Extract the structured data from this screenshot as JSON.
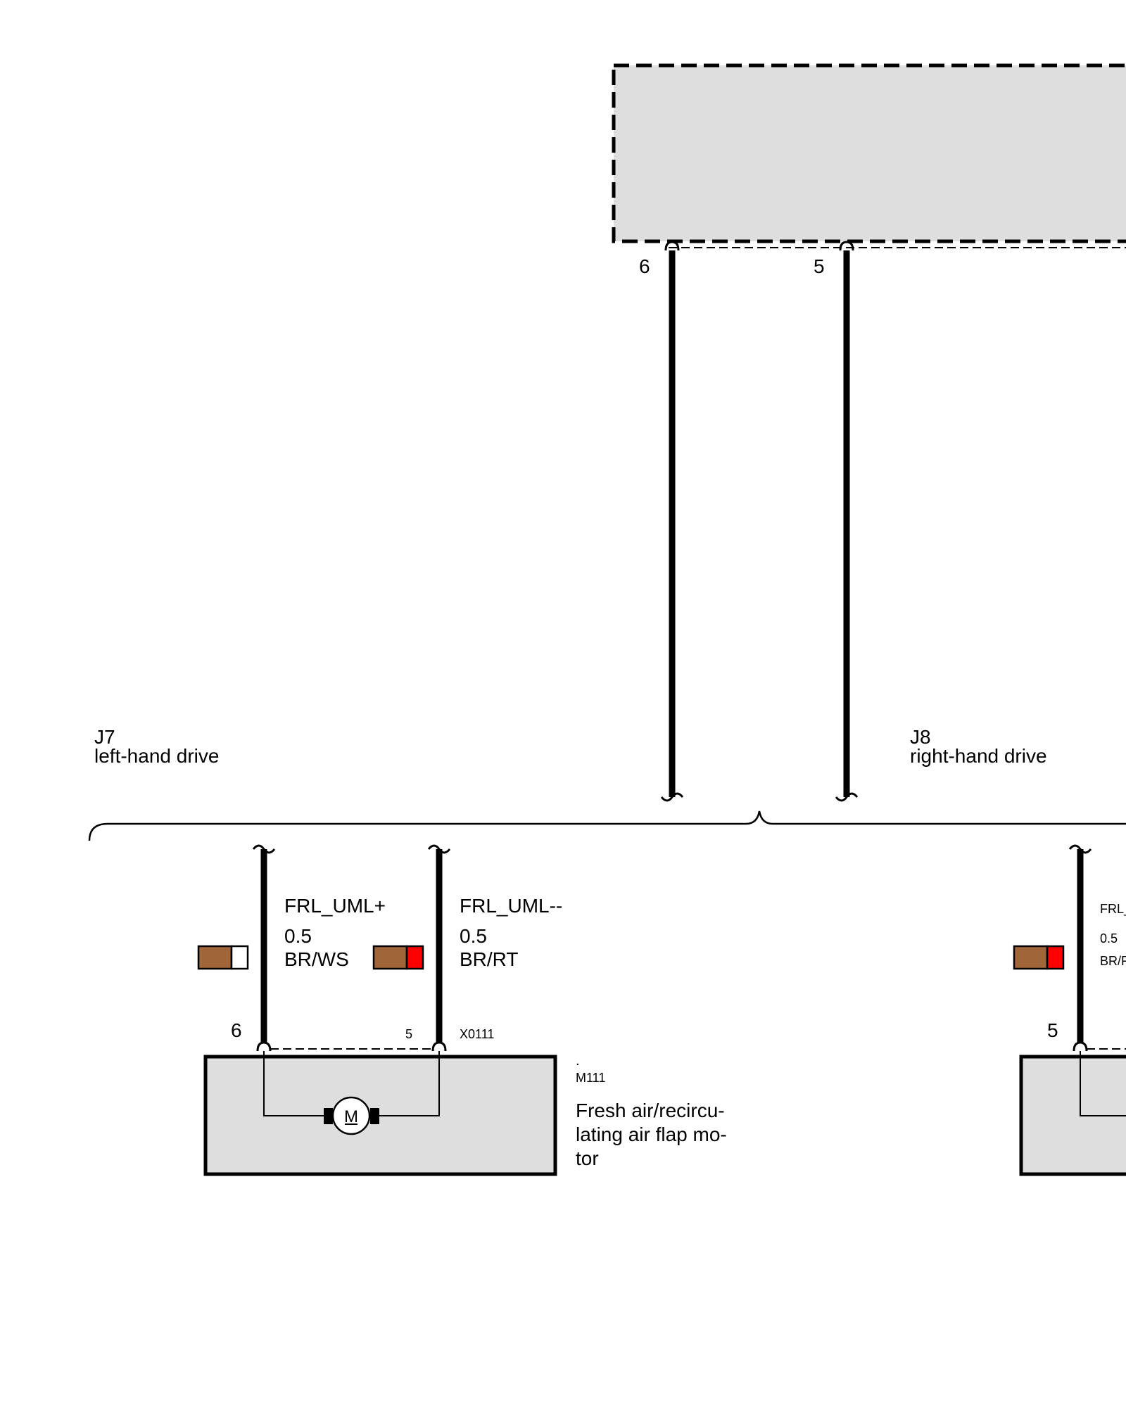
{
  "top_connector": {
    "pin_left": "6",
    "pin_right": "5"
  },
  "variants": {
    "left": {
      "code": "J7",
      "label": "left-hand drive"
    },
    "right": {
      "code": "J8",
      "label": "right-hand drive"
    }
  },
  "wires": {
    "left": {
      "signal": "FRL_UML+",
      "size": "0.5",
      "color_code": "BR/WS",
      "colors": [
        "#a0663a",
        "#ffffff"
      ]
    },
    "right": {
      "signal": "FRL_UML--",
      "size": "0.5",
      "color_code": "BR/RT",
      "colors": [
        "#a0663a",
        "#ff0000"
      ]
    },
    "rhd": {
      "signal_partial": "FRL_",
      "size": "0.5",
      "color_code_partial": "BR/F",
      "colors": [
        "#a0663a",
        "#ff0000"
      ]
    }
  },
  "component": {
    "connector_id": "X0111",
    "pin_left": "6",
    "pin_right": "5",
    "dot": ".",
    "id": "M111",
    "name_lines": [
      "Fresh air/recircu-",
      "lating air flap mo-",
      "tor"
    ],
    "motor_symbol": "M",
    "fill": "#dedede"
  },
  "rhd_component": {
    "pin": "5"
  }
}
